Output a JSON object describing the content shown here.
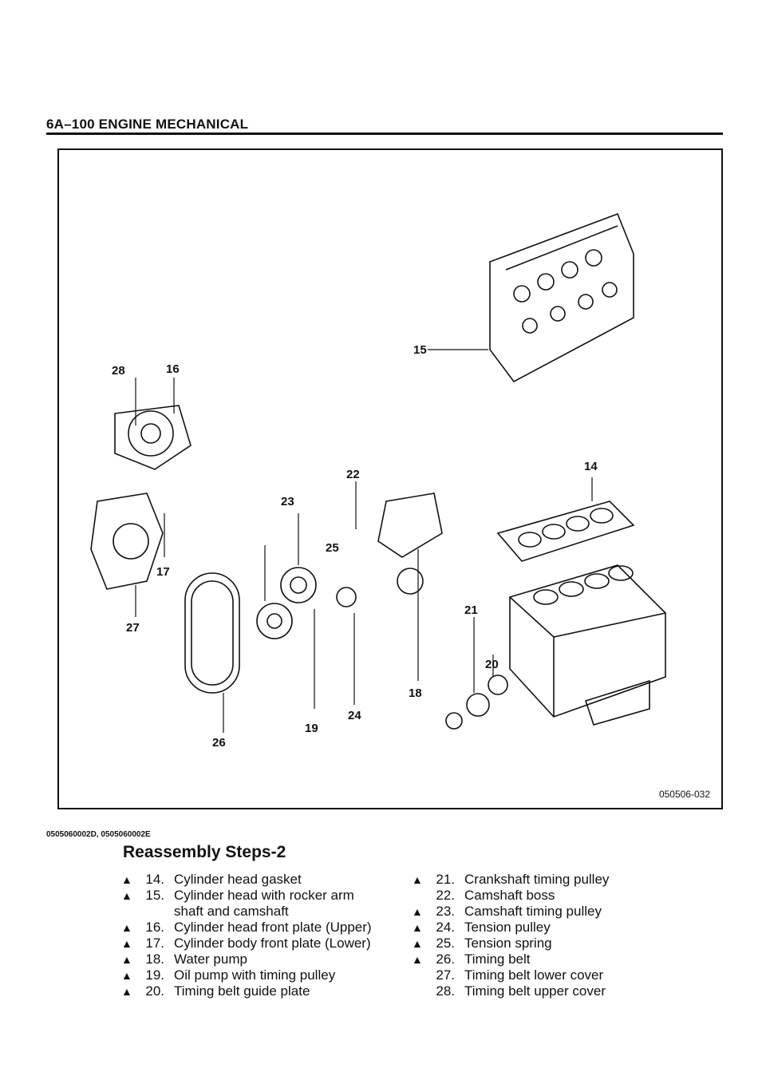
{
  "page": {
    "header": "6A–100 ENGINE MECHANICAL",
    "doc_ids": "0505060002D, 0505060002E",
    "section_title": "Reassembly Steps-2"
  },
  "figure": {
    "code": "050506-032",
    "callouts": [
      "28",
      "16",
      "17",
      "27",
      "26",
      "23",
      "22",
      "25",
      "19",
      "24",
      "18",
      "21",
      "20",
      "15",
      "14"
    ]
  },
  "steps_left": [
    {
      "mark": "▲",
      "num": "14.",
      "text": "Cylinder head gasket"
    },
    {
      "mark": "▲",
      "num": "15.",
      "text": "Cylinder head with rocker arm"
    },
    {
      "mark": "",
      "num": "",
      "text": "shaft and camshaft"
    },
    {
      "mark": "▲",
      "num": "16.",
      "text": "Cylinder head front plate (Upper)"
    },
    {
      "mark": "▲",
      "num": "17.",
      "text": "Cylinder body front plate (Lower)"
    },
    {
      "mark": "▲",
      "num": "18.",
      "text": "Water pump"
    },
    {
      "mark": "▲",
      "num": "19.",
      "text": "Oil pump with timing pulley"
    },
    {
      "mark": "▲",
      "num": "20.",
      "text": "Timing belt guide plate"
    }
  ],
  "steps_right": [
    {
      "mark": "▲",
      "num": "21.",
      "text": "Crankshaft timing pulley"
    },
    {
      "mark": "",
      "num": "22.",
      "text": "Camshaft boss"
    },
    {
      "mark": "▲",
      "num": "23.",
      "text": "Camshaft timing pulley"
    },
    {
      "mark": "▲",
      "num": "24.",
      "text": "Tension pulley"
    },
    {
      "mark": "▲",
      "num": "25.",
      "text": "Tension spring"
    },
    {
      "mark": "▲",
      "num": "26.",
      "text": "Timing belt"
    },
    {
      "mark": "",
      "num": "27.",
      "text": "Timing belt lower cover"
    },
    {
      "mark": "",
      "num": "28.",
      "text": "Timing belt upper cover"
    }
  ]
}
